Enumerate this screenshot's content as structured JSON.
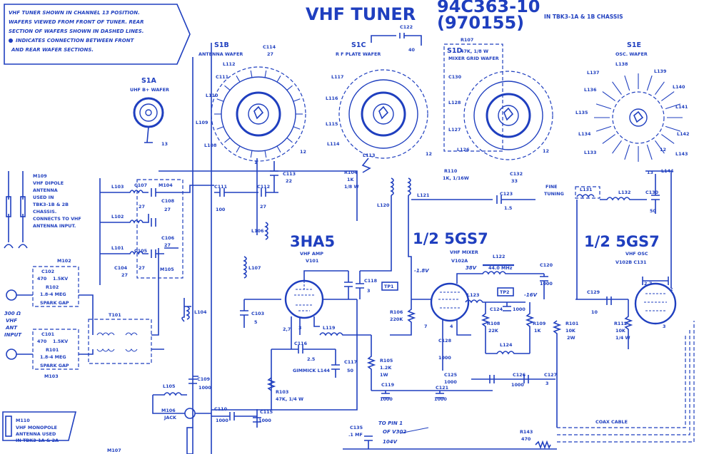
{
  "title": {
    "main": "VHF TUNER",
    "part_number": "94C363-10",
    "alt_number": "(970155)",
    "chassis_note": "IN TBK3-1A & 1B CHASSIS"
  },
  "notes": {
    "lines": [
      "VHF TUNER SHOWN IN CHANNEL 13 POSITION.",
      "WAFERS VIEWED FROM FRONT OF TUNER. REAR",
      "SECTION OF WAFERS SHOWN IN DASHED LINES.",
      "INDICATES CONNECTION BETWEEN FRONT",
      "AND REAR WAFER SECTIONS."
    ]
  },
  "wafers": {
    "s1a": {
      "id": "S1A",
      "name": "UHF B+ WAFER"
    },
    "s1b": {
      "id": "S1B",
      "name": "ANTENNA WAFER"
    },
    "s1c": {
      "id": "S1C",
      "name": "R F PLATE WAFER"
    },
    "s1d": {
      "id": "S1D",
      "name": "MIXER GRID WAFER",
      "value": "47K, 1/8 W"
    },
    "s1e": {
      "id": "S1E",
      "name": "OSC. WAFER"
    }
  },
  "tubes": {
    "v101": {
      "type": "3HA5",
      "function": "VHF AMP",
      "ref": "V101"
    },
    "v102a": {
      "type": "1/2 5GS7",
      "function": "VHF MIXER",
      "ref": "V102A"
    },
    "v102b": {
      "type": "1/2 5GS7",
      "function": "VHF OSC",
      "ref": "V102B C131"
    }
  },
  "antennas": {
    "m109": {
      "ref": "M109",
      "lines": [
        "VHF DIPOLE",
        "ANTENNA",
        "USED IN",
        "TBK3-1B & 2B",
        "CHASSIS.",
        "CONNECTS TO VHF",
        "ANTENNA INPUT."
      ]
    },
    "m110": {
      "ref": "M110",
      "lines": [
        "VHF MONOPOLE",
        "ANTENNA USED",
        "IN TBK3-1A & 2A"
      ]
    },
    "m107": {
      "ref": "M107"
    }
  },
  "components": {
    "c122": {
      "ref": "C122",
      "value": "40"
    },
    "r107": {
      "ref": "R107"
    },
    "c114": {
      "ref": "C114",
      "value": "27"
    },
    "c111": {
      "ref": "C111",
      "value": "100"
    },
    "c112": {
      "ref": "C112",
      "value": "27"
    },
    "c113": {
      "ref": "C113",
      "value": "22"
    },
    "c107": {
      "ref": "C107",
      "value": "27"
    },
    "c108": {
      "ref": "C108",
      "value": "27"
    },
    "c106": {
      "ref": "C106",
      "value": "27"
    },
    "c105": {
      "ref": "C105",
      "value": "27"
    },
    "c104": {
      "ref": "C104",
      "value": "27"
    },
    "l103": {
      "ref": "L103"
    },
    "l102": {
      "ref": "L102"
    },
    "l101": {
      "ref": "L101"
    },
    "m104": {
      "ref": "M104"
    },
    "m105": {
      "ref": "M105"
    },
    "l106": {
      "ref": "L106"
    },
    "l107": {
      "ref": "L107"
    },
    "c103": {
      "ref": "C103",
      "value": "5"
    },
    "l104": {
      "ref": "L104"
    },
    "c109": {
      "ref": "C109",
      "value": "1000"
    },
    "l105": {
      "ref": "L105"
    },
    "m106": {
      "ref": "M106",
      "label": "JACK"
    },
    "c110": {
      "ref": "C110",
      "value": "1000"
    },
    "c115": {
      "ref": "C115",
      "value": "1000"
    },
    "r103": {
      "ref": "R103",
      "value": "47K, 1/4 W"
    },
    "c116": {
      "ref": "C116",
      "value": "2.5"
    },
    "gimmick": {
      "label": "GIMMICK L144"
    },
    "c117": {
      "ref": "C117",
      "value": "50"
    },
    "l119": {
      "ref": "L119"
    },
    "c118": {
      "ref": "C118",
      "value": "3"
    },
    "r104": {
      "ref": "R104",
      "value": "1K",
      "power": "1/8 W"
    },
    "l120": {
      "ref": "L120"
    },
    "l121": {
      "ref": "L121"
    },
    "r105": {
      "ref": "R105",
      "value": "1.2K",
      "power": "1W"
    },
    "c119": {
      "ref": "C119",
      "value": "1000"
    },
    "c121": {
      "ref": "C121",
      "value": "1000"
    },
    "c135": {
      "ref": "C135",
      "value": ".1 MF"
    },
    "pin_note": {
      "lines": [
        "TO PIN 1",
        "OF V302"
      ]
    },
    "v104": {
      "label": "104V"
    },
    "tp1": {
      "label": "TP1"
    },
    "tp2": {
      "label": "TP2"
    },
    "r106": {
      "ref": "R106",
      "value": "220K"
    },
    "minus_1v": {
      "label": "-1.8V"
    },
    "l122": {
      "ref": "L122"
    },
    "v38": {
      "label": "38V"
    },
    "mhz": {
      "label": "44.0 MHz"
    },
    "c120": {
      "ref": "C120",
      "value": "1000"
    },
    "l123": {
      "ref": "L123"
    },
    "c124": {
      "ref": "C124",
      "value": "1000"
    },
    "minus_16v": {
      "label": "-16V"
    },
    "r108": {
      "ref": "R108",
      "value": "22K"
    },
    "r109": {
      "ref": "R109",
      "value": "1K"
    },
    "c128": {
      "ref": "C128",
      "value": "1000"
    },
    "l124": {
      "ref": "L124"
    },
    "c125": {
      "ref": "C125",
      "value": "1000"
    },
    "c126": {
      "ref": "C126",
      "value": "1000"
    },
    "c127": {
      "ref": "C127",
      "value": "3"
    },
    "r101": {
      "ref": "R101",
      "value": "10K",
      "power": "2W"
    },
    "r110": {
      "ref": "R110",
      "value": "1K, 1/16W"
    },
    "c132": {
      "ref": "C132",
      "value": "33"
    },
    "c123": {
      "ref": "C123",
      "value": "1.5"
    },
    "fine_tuning": {
      "lines": [
        "FINE",
        "TUNING"
      ]
    },
    "l131": {
      "ref": "L131"
    },
    "l132": {
      "ref": "L132"
    },
    "c130": {
      "ref": "C130",
      "value": "50"
    },
    "c129": {
      "ref": "C129",
      "value": "10"
    },
    "r112": {
      "ref": "R112",
      "value": "10K",
      "power": "1/4 W"
    },
    "c_osc": {
      "value": "2.7"
    },
    "r143": {
      "ref": "R143",
      "value": "470"
    },
    "coax": {
      "label": "COAX CABLE"
    },
    "m102": {
      "ref": "M102"
    },
    "c102": {
      "ref": "C102",
      "value": "470",
      "voltage": "1.5KV"
    },
    "r102": {
      "ref": "R102",
      "value": "1.8-4 MEG"
    },
    "spark_gap": {
      "label": "SPARK GAP"
    },
    "c101": {
      "ref": "C101",
      "value": "470",
      "voltage": "1.5KV"
    },
    "r101b": {
      "ref": "R101",
      "value": "1.8-4 MEG"
    },
    "m103": {
      "ref": "M103"
    },
    "t101": {
      "ref": "T101"
    },
    "input": {
      "lines": [
        "300 Ω",
        "VHF",
        "ANT",
        "INPUT"
      ]
    }
  },
  "colors": {
    "ink": "#1f3fbf",
    "paper": "#ffffff"
  }
}
